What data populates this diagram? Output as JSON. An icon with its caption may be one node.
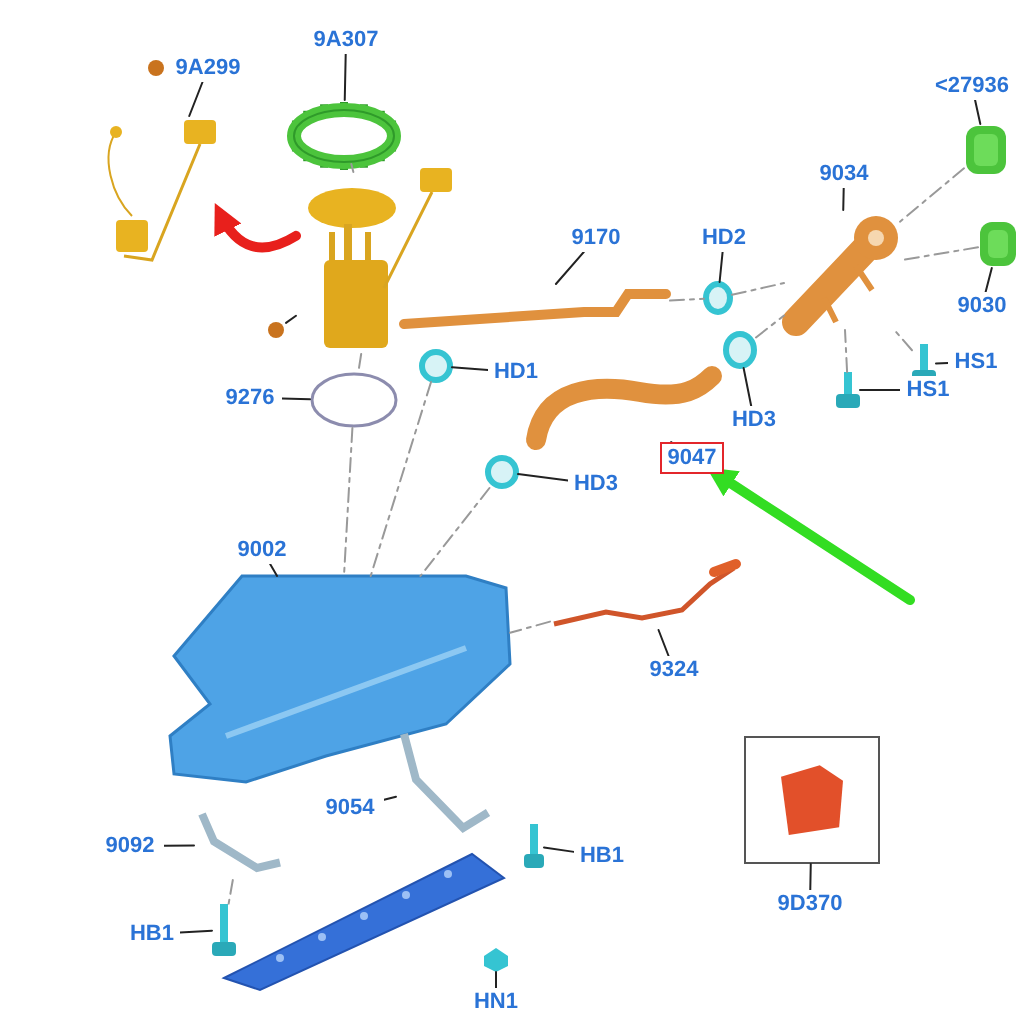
{
  "diagram": {
    "nodes": [
      {
        "text": [
          "9A307"
        ]
      },
      {
        "text": [],
        "shape": "picture"
      },
      {
        "text": [
          "9A299"
        ]
      },
      {
        "text": [],
        "shape": "picture"
      },
      {
        "text": [],
        "shape": "picture"
      },
      {
        "text": [],
        "shape": "circle"
      },
      {
        "text": [
          "9276"
        ]
      },
      {
        "text": [],
        "shape": "circle"
      },
      {
        "text": [
          "<27936"
        ]
      },
      {
        "text": [],
        "shape": "picture"
      },
      {
        "text": [
          "9034"
        ]
      },
      {
        "text": [],
        "shape": "picture"
      },
      {
        "text": [
          "9030"
        ]
      },
      {
        "text": [],
        "shape": "picture"
      },
      {
        "text": [
          "HD2"
        ]
      },
      {
        "text": [],
        "shape": "circle"
      },
      {
        "text": [
          "9170"
        ]
      },
      {
        "text": [],
        "shape": "picture"
      },
      {
        "text": [
          "HD1"
        ]
      },
      {
        "text": [],
        "shape": "circle"
      },
      {
        "text": [
          "HS1"
        ]
      },
      {
        "text": [],
        "shape": "picture"
      },
      {
        "text": [
          "HS1"
        ]
      },
      {
        "text": [],
        "shape": "picture"
      },
      {
        "text": [
          "HD3"
        ]
      },
      {
        "text": [],
        "shape": "circle"
      },
      {
        "text": [],
        "shape": "picture"
      },
      {
        "text": [
          "9047"
        ]
      },
      {
        "text": [
          "HD3"
        ]
      },
      {
        "text": [],
        "shape": "circle"
      },
      {
        "text": [
          "9002"
        ]
      },
      {
        "text": [],
        "shape": "picture"
      },
      {
        "text": [],
        "shape": "picture"
      },
      {
        "text": [
          "9324"
        ]
      },
      {
        "text": [],
        "shape": "picture"
      },
      {
        "text": [
          "9D370"
        ]
      },
      {
        "text": [
          "9054"
        ]
      },
      {
        "text": [],
        "shape": "picture"
      },
      {
        "text": [
          "9092"
        ]
      },
      {
        "text": [],
        "shape": "picture"
      },
      {
        "text": [
          "HB1"
        ]
      },
      {
        "text": [],
        "shape": "picture"
      },
      {
        "text": [
          "HB1"
        ]
      },
      {
        "text": [],
        "shape": "picture"
      },
      {
        "text": [],
        "shape": "picture"
      },
      {
        "text": [],
        "shape": "picture"
      },
      {
        "text": [
          "HN1"
        ]
      }
    ],
    "edges": [
      {
        "from": 0,
        "to": 1,
        "arrow": "none"
      },
      {
        "from": 2,
        "to": 3,
        "arrow": "none"
      },
      {
        "from": 5,
        "to": 4,
        "arrow": "none"
      },
      {
        "from": 6,
        "to": 7,
        "arrow": "none"
      },
      {
        "from": 8,
        "to": 9,
        "arrow": "none"
      },
      {
        "from": 10,
        "to": 11,
        "arrow": "none"
      },
      {
        "from": 12,
        "to": 13,
        "arrow": "none"
      },
      {
        "from": 14,
        "to": 15,
        "arrow": "none"
      },
      {
        "from": 16,
        "to": 17,
        "arrow": "none"
      },
      {
        "from": 18,
        "to": 19,
        "arrow": "none"
      },
      {
        "from": 20,
        "to": 21,
        "arrow": "none"
      },
      {
        "from": 22,
        "to": 23,
        "arrow": "none"
      },
      {
        "from": 24,
        "to": 25,
        "arrow": "none"
      },
      {
        "from": 27,
        "to": 26,
        "arrow": "none"
      },
      {
        "from": 28,
        "to": 29,
        "arrow": "none"
      },
      {
        "from": 30,
        "to": 31,
        "arrow": "none"
      },
      {
        "from": 33,
        "to": 32,
        "arrow": "none"
      },
      {
        "from": 35,
        "to": 34,
        "arrow": "none"
      },
      {
        "from": 36,
        "to": 37,
        "arrow": "none"
      },
      {
        "from": 38,
        "to": 39,
        "arrow": "none"
      },
      {
        "from": 40,
        "to": 41,
        "arrow": "none"
      },
      {
        "from": 42,
        "to": 43,
        "arrow": "none"
      },
      {
        "from": 46,
        "to": 45,
        "arrow": "none"
      },
      {
        "from": 4,
        "to": 3,
        "arrow": "to",
        "style": "thick",
        "color": "#e8201c"
      },
      {
        "from": null,
        "to": 27,
        "arrow": "to",
        "style": "thick",
        "color": "#33dd22"
      },
      {
        "from": 1,
        "to": 4,
        "arrow": "none",
        "style": "dashed",
        "color": "#999999"
      },
      {
        "from": 4,
        "to": 7,
        "arrow": "none",
        "style": "dashed",
        "color": "#999999"
      },
      {
        "from": 7,
        "to": 31,
        "arrow": "none",
        "style": "dashed",
        "color": "#999999"
      },
      {
        "from": 19,
        "to": 31,
        "arrow": "none",
        "style": "dashed",
        "color": "#999999"
      },
      {
        "from": 29,
        "to": 31,
        "arrow": "none",
        "style": "dashed",
        "color": "#999999"
      },
      {
        "from": 17,
        "to": 15,
        "arrow": "none",
        "style": "dashed",
        "color": "#999999"
      },
      {
        "from": 15,
        "to": 11,
        "arrow": "none",
        "style": "dashed",
        "color": "#999999"
      },
      {
        "from": 25,
        "to": 11,
        "arrow": "none",
        "style": "dashed",
        "color": "#999999"
      },
      {
        "from": 9,
        "to": 11,
        "arrow": "none",
        "style": "dashed",
        "color": "#999999"
      },
      {
        "from": 13,
        "to": 11,
        "arrow": "none",
        "style": "dashed",
        "color": "#999999"
      },
      {
        "from": 21,
        "to": 11,
        "arrow": "none",
        "style": "dashed",
        "color": "#999999"
      },
      {
        "from": 23,
        "to": 11,
        "arrow": "none",
        "style": "dashed",
        "color": "#999999"
      },
      {
        "from": 32,
        "to": 31,
        "arrow": "none",
        "style": "dashed",
        "color": "#999999"
      },
      {
        "from": 39,
        "to": 43,
        "arrow": "none",
        "style": "dashed",
        "color": "#999999"
      }
    ]
  }
}
